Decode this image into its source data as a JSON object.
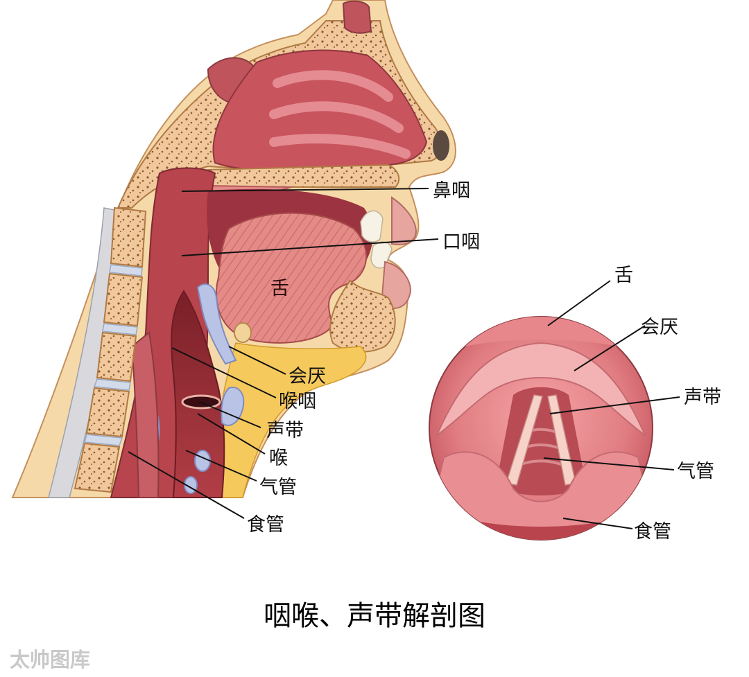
{
  "title": "咽喉、声带解剖图",
  "watermark": "太帅图库",
  "sagittal_labels": {
    "nasopharynx": "鼻咽",
    "oropharynx": "口咽",
    "tongue": "舌",
    "epiglottis": "会厌",
    "laryngopharynx": "喉咽",
    "vocal_cords": "声带",
    "larynx": "喉",
    "trachea": "气管",
    "esophagus": "食管"
  },
  "laryngoscopic_labels": {
    "tongue": "舌",
    "epiglottis": "会厌",
    "vocal_cords": "声带",
    "trachea": "气管",
    "esophagus": "食管"
  },
  "colors": {
    "bone": "#f4c99b",
    "bone_spongy": "#d9a46e",
    "mucosa": "#c9565e",
    "mucosa_dark": "#a63b44",
    "muscle": "#e58b8b",
    "fat": "#f6c85a",
    "cartilage": "#b9c3e6",
    "disc": "#d3dbea"
  }
}
